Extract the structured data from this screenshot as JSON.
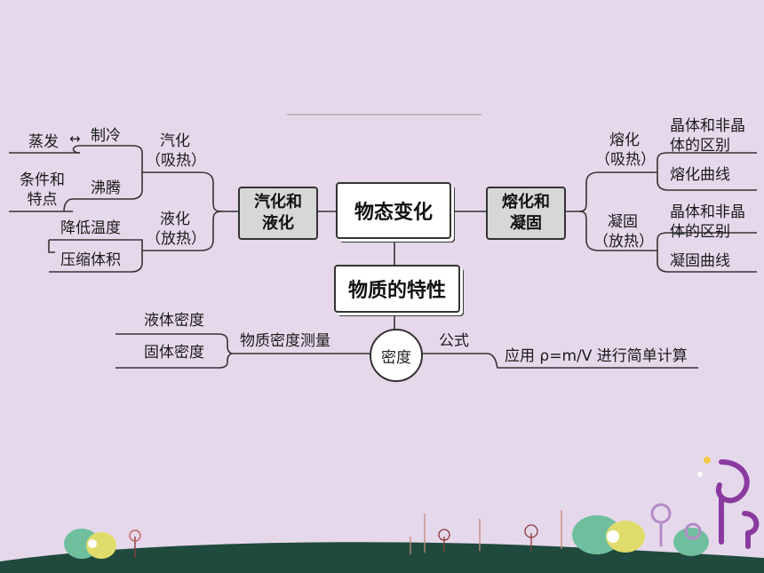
{
  "center": "物态变化",
  "left_hub": "汽化和\n液化",
  "right_hub": "熔化和\n凝固",
  "property": "物质的特性",
  "density": "密度",
  "vaporize": {
    "label": "汽化",
    "note": "（吸热）"
  },
  "liquefy": {
    "label": "液化",
    "note": "（放热）"
  },
  "evaporation": "蒸发",
  "arrow": "↔",
  "refrigeration": "制冷",
  "conditions": "条件和\n特点",
  "boiling": "沸腾",
  "lower_temp": "降低温度",
  "compress": "压缩体积",
  "melting": {
    "label": "熔化",
    "note": "（吸热）"
  },
  "solidify": {
    "label": "凝固",
    "note": "（放热）"
  },
  "crystal_diff_1": "晶体和非晶\n体的区别",
  "melting_curve": "熔化曲线",
  "crystal_diff_2": "晶体和非晶\n体的区别",
  "solidify_curve": "凝固曲线",
  "liquid_density": "液体密度",
  "solid_density": "固体密度",
  "density_measure": "物质密度测量",
  "formula": "公式",
  "application": "应用 ρ=m/V 进行简单计算"
}
